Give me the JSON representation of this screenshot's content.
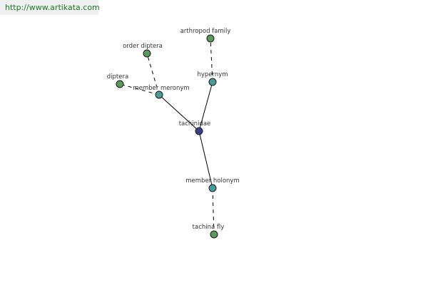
{
  "banner": {
    "url": "http://www.artikata.com"
  },
  "nodes": {
    "center": {
      "label": "tachinidae"
    },
    "member_meronym": {
      "label": "member meronym"
    },
    "hypernym": {
      "label": "hypernym"
    },
    "member_holonym": {
      "label": "member holonym"
    },
    "diptera": {
      "label": "diptera"
    },
    "order_diptera": {
      "label": "order diptera"
    },
    "arthropod_family": {
      "label": "arthropod family"
    },
    "tachina_fly": {
      "label": "tachina fly"
    }
  },
  "colors": {
    "leaf": "#5a9a5a",
    "relation": "#4a9a9a",
    "center": "#3a3f8a",
    "banner_bg": "#eef0f2",
    "url_text": "#1e7a1e"
  }
}
